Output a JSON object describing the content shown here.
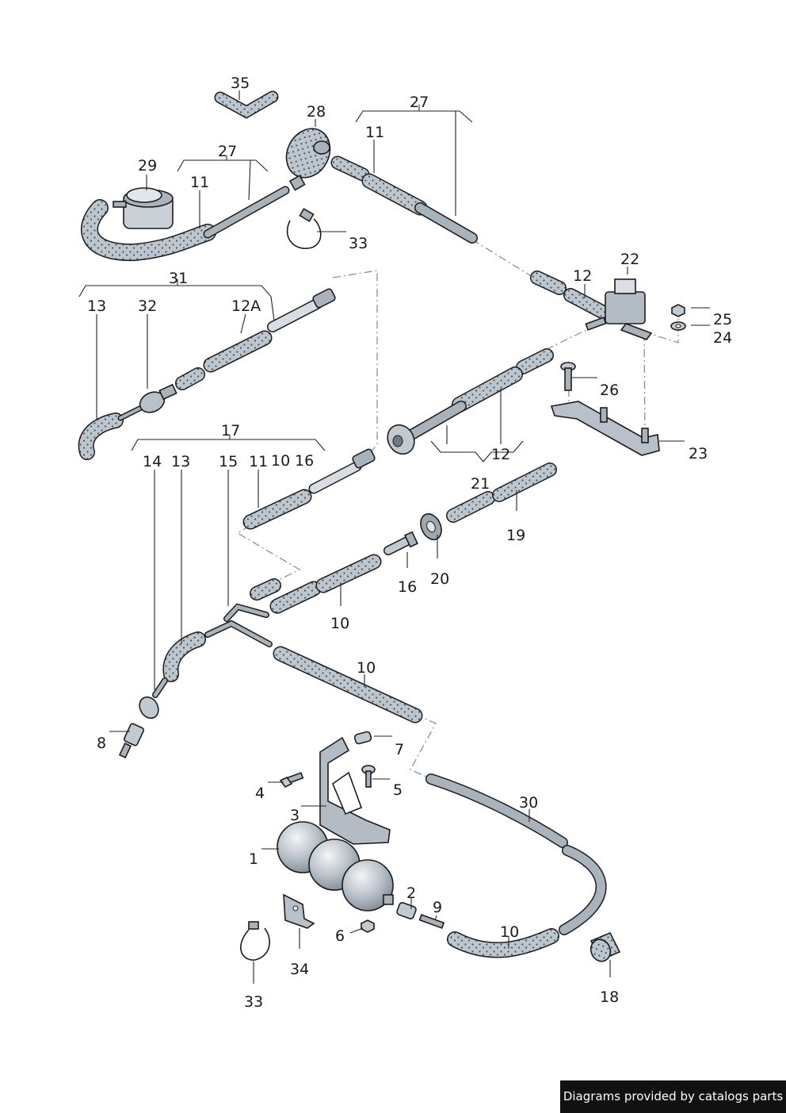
{
  "diagram": {
    "colors": {
      "hose": "#bcc6ce",
      "tube": "#a9b3bb",
      "metal": "#aab3ba",
      "dots": "#4b5258",
      "leader": "#222222",
      "phantom": "#7d95a8"
    },
    "parts": [
      {
        "id": "p35",
        "label": "35"
      },
      {
        "id": "p28",
        "label": "28"
      },
      {
        "id": "p27a",
        "label": "27"
      },
      {
        "id": "p11a",
        "label": "11"
      },
      {
        "id": "p27b",
        "label": "27"
      },
      {
        "id": "p29",
        "label": "29"
      },
      {
        "id": "p11b",
        "label": "11"
      },
      {
        "id": "p33a",
        "label": "33"
      },
      {
        "id": "p31",
        "label": "31"
      },
      {
        "id": "p13a",
        "label": "13"
      },
      {
        "id": "p32",
        "label": "32"
      },
      {
        "id": "p12A",
        "label": "12A"
      },
      {
        "id": "p22",
        "label": "22"
      },
      {
        "id": "p12a",
        "label": "12"
      },
      {
        "id": "p25",
        "label": "25"
      },
      {
        "id": "p24",
        "label": "24"
      },
      {
        "id": "p26",
        "label": "26"
      },
      {
        "id": "p23",
        "label": "23"
      },
      {
        "id": "p12b",
        "label": "12"
      },
      {
        "id": "p17",
        "label": "17"
      },
      {
        "id": "p14",
        "label": "14"
      },
      {
        "id": "p13b",
        "label": "13"
      },
      {
        "id": "p15",
        "label": "15"
      },
      {
        "id": "p11c",
        "label": "11"
      },
      {
        "id": "p10a",
        "label": "10"
      },
      {
        "id": "p16a",
        "label": "16"
      },
      {
        "id": "p21",
        "label": "21"
      },
      {
        "id": "p19",
        "label": "19"
      },
      {
        "id": "p16b",
        "label": "16"
      },
      {
        "id": "p20",
        "label": "20"
      },
      {
        "id": "p10b",
        "label": "10"
      },
      {
        "id": "p10c",
        "label": "10"
      },
      {
        "id": "p8",
        "label": "8"
      },
      {
        "id": "p7",
        "label": "7"
      },
      {
        "id": "p4",
        "label": "4"
      },
      {
        "id": "p5",
        "label": "5"
      },
      {
        "id": "p3",
        "label": "3"
      },
      {
        "id": "p30",
        "label": "30"
      },
      {
        "id": "p1",
        "label": "1"
      },
      {
        "id": "p2",
        "label": "2"
      },
      {
        "id": "p9",
        "label": "9"
      },
      {
        "id": "p6",
        "label": "6"
      },
      {
        "id": "p10d",
        "label": "10"
      },
      {
        "id": "p34",
        "label": "34"
      },
      {
        "id": "p18",
        "label": "18"
      },
      {
        "id": "p33b",
        "label": "33"
      }
    ]
  },
  "footer": {
    "credit": "Diagrams provided by catalogs parts"
  }
}
